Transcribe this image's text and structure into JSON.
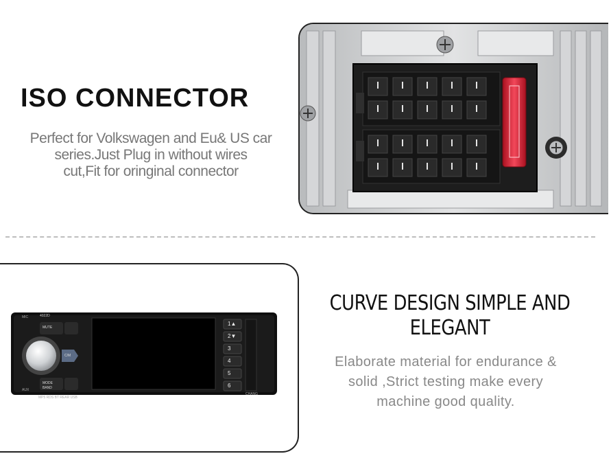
{
  "iso_section": {
    "title": "ISO CONNECTOR",
    "description_lines": [
      "Perfect for Volkswagen and Eu& US car",
      "series.Just Plug in without wires",
      "cut,Fit for oringinal connector"
    ]
  },
  "design_section": {
    "title_lines": [
      "CURVE DESIGN  SIMPLE AND",
      "ELEGANT"
    ],
    "description_lines": [
      "Elaborate material for endurance &",
      "solid ,Strict testing make every",
      "machine good quality."
    ]
  },
  "radio": {
    "model_label": "4022D",
    "mute_label": "MUTE",
    "mode_label": "MODE",
    "cm_label": "C/M",
    "band_label": "BAND",
    "mic_label": "MIC",
    "aux_label": "AUX",
    "bottom_text": "MP5 RDS BT REAR USB",
    "preset_buttons": [
      "1▲",
      "2▼",
      "3",
      "4",
      "5",
      "6"
    ],
    "side_label": "CHANG"
  },
  "colors": {
    "heading": "#111111",
    "body_text": "#777777",
    "fuse_red": "#d8263a",
    "divider": "#bdbdbd"
  }
}
